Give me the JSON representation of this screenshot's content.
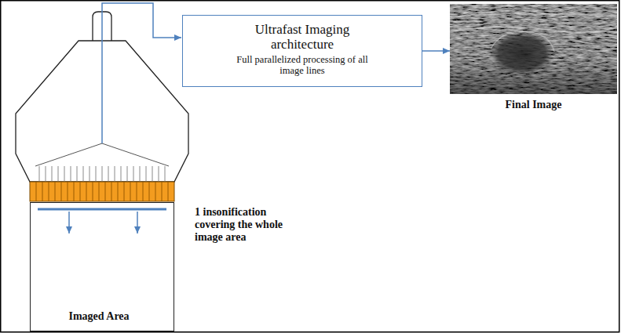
{
  "diagram": {
    "nodes": [
      {
        "text": [
          "Ultrafast Imaging architecture",
          "Full parallelized processing of all image lines"
        ]
      },
      {
        "text": [
          "Final Image"
        ]
      },
      {
        "text": [
          "Imaged Area"
        ]
      }
    ],
    "edges": [
      {
        "from": 0,
        "to": 1,
        "arrow": "to"
      }
    ],
    "labels": [
      "1 insonification covering the whole image area"
    ]
  }
}
